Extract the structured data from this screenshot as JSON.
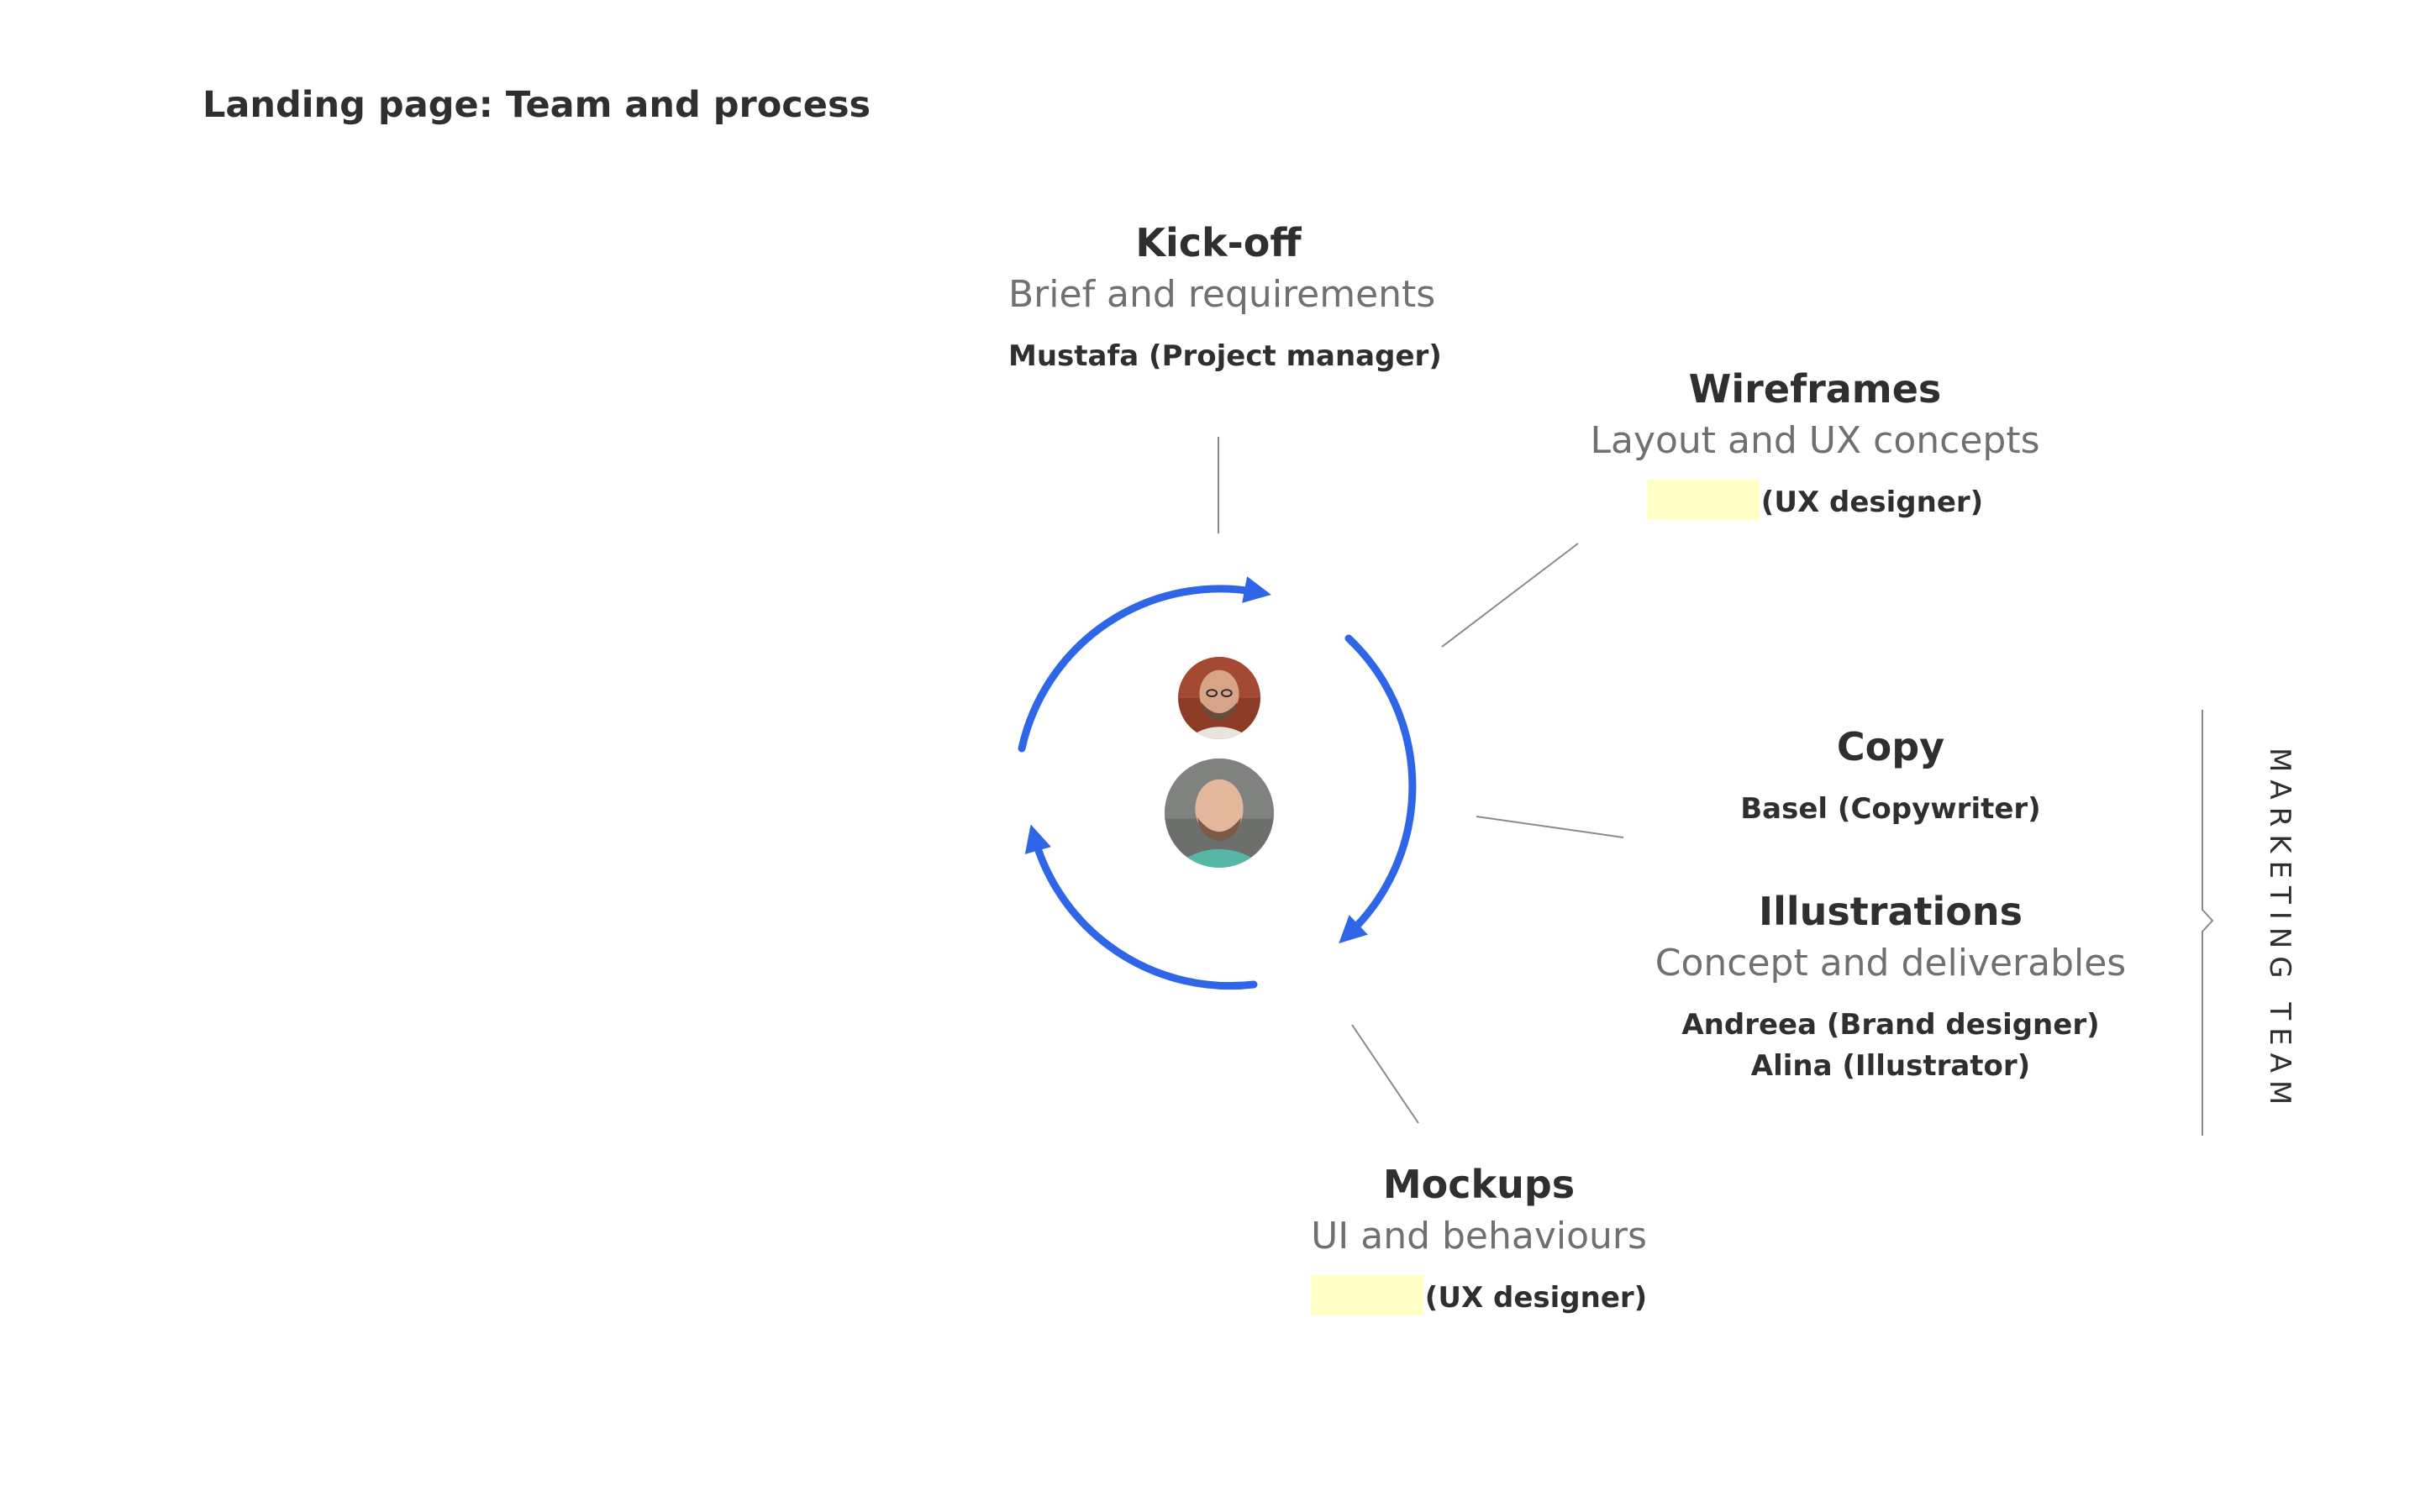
{
  "title": "Landing page: Team and process",
  "steps": {
    "kickoff": {
      "title": "Kick-off",
      "subtitle": "Brief and requirements",
      "people": [
        "Mustafa (Project manager)"
      ]
    },
    "wireframes": {
      "title": "Wireframes",
      "subtitle": "Layout and UX concepts",
      "role": "(UX designer)"
    },
    "copy": {
      "title": "Copy",
      "people": [
        "Basel (Copywriter)"
      ]
    },
    "illustrations": {
      "title": "Illustrations",
      "subtitle": "Concept and deliverables",
      "people": [
        "Andreea (Brand designer)",
        "Alina (Illustrator)"
      ]
    },
    "mockups": {
      "title": "Mockups",
      "subtitle": "UI and behaviours",
      "role": "(UX designer)"
    }
  },
  "group_label": "MARKETING TEAM",
  "colors": {
    "cycle_arrow": "#2f66e8",
    "connector": "#8a8a8a",
    "highlight": "#ffffc6"
  }
}
